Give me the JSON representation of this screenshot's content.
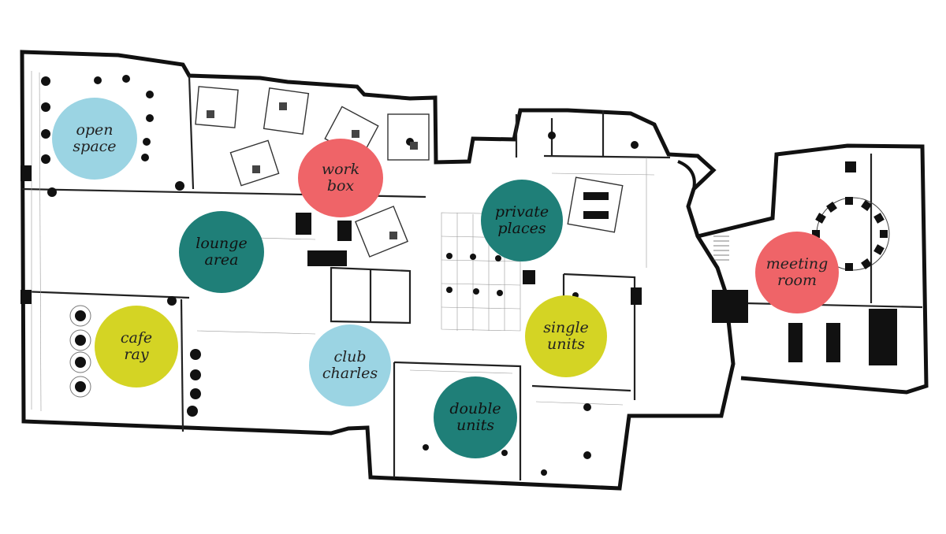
{
  "colors": {
    "light_blue": "#9bd4e3",
    "teal": "#1f7f78",
    "coral": "#ef6468",
    "yellow": "#d4d424",
    "wall": "#111111"
  },
  "zones": [
    {
      "id": "open-space",
      "lines": [
        "open",
        "space"
      ],
      "color": "light_blue",
      "text_color": "#222222"
    },
    {
      "id": "work-box",
      "lines": [
        "work",
        "box"
      ],
      "color": "coral",
      "text_color": "#222222"
    },
    {
      "id": "lounge-area",
      "lines": [
        "lounge",
        "area"
      ],
      "color": "teal",
      "text_color": "#111111"
    },
    {
      "id": "private-places",
      "lines": [
        "private",
        "places"
      ],
      "color": "teal",
      "text_color": "#111111"
    },
    {
      "id": "meeting-room",
      "lines": [
        "meeting",
        "room"
      ],
      "color": "coral",
      "text_color": "#222222"
    },
    {
      "id": "cafe-ray",
      "lines": [
        "cafe",
        "ray"
      ],
      "color": "yellow",
      "text_color": "#222222"
    },
    {
      "id": "club-charles",
      "lines": [
        "club",
        "charles"
      ],
      "color": "light_blue",
      "text_color": "#222222"
    },
    {
      "id": "single-units",
      "lines": [
        "single",
        "units"
      ],
      "color": "yellow",
      "text_color": "#222222"
    },
    {
      "id": "double-units",
      "lines": [
        "double",
        "units"
      ],
      "color": "teal",
      "text_color": "#111111"
    }
  ]
}
